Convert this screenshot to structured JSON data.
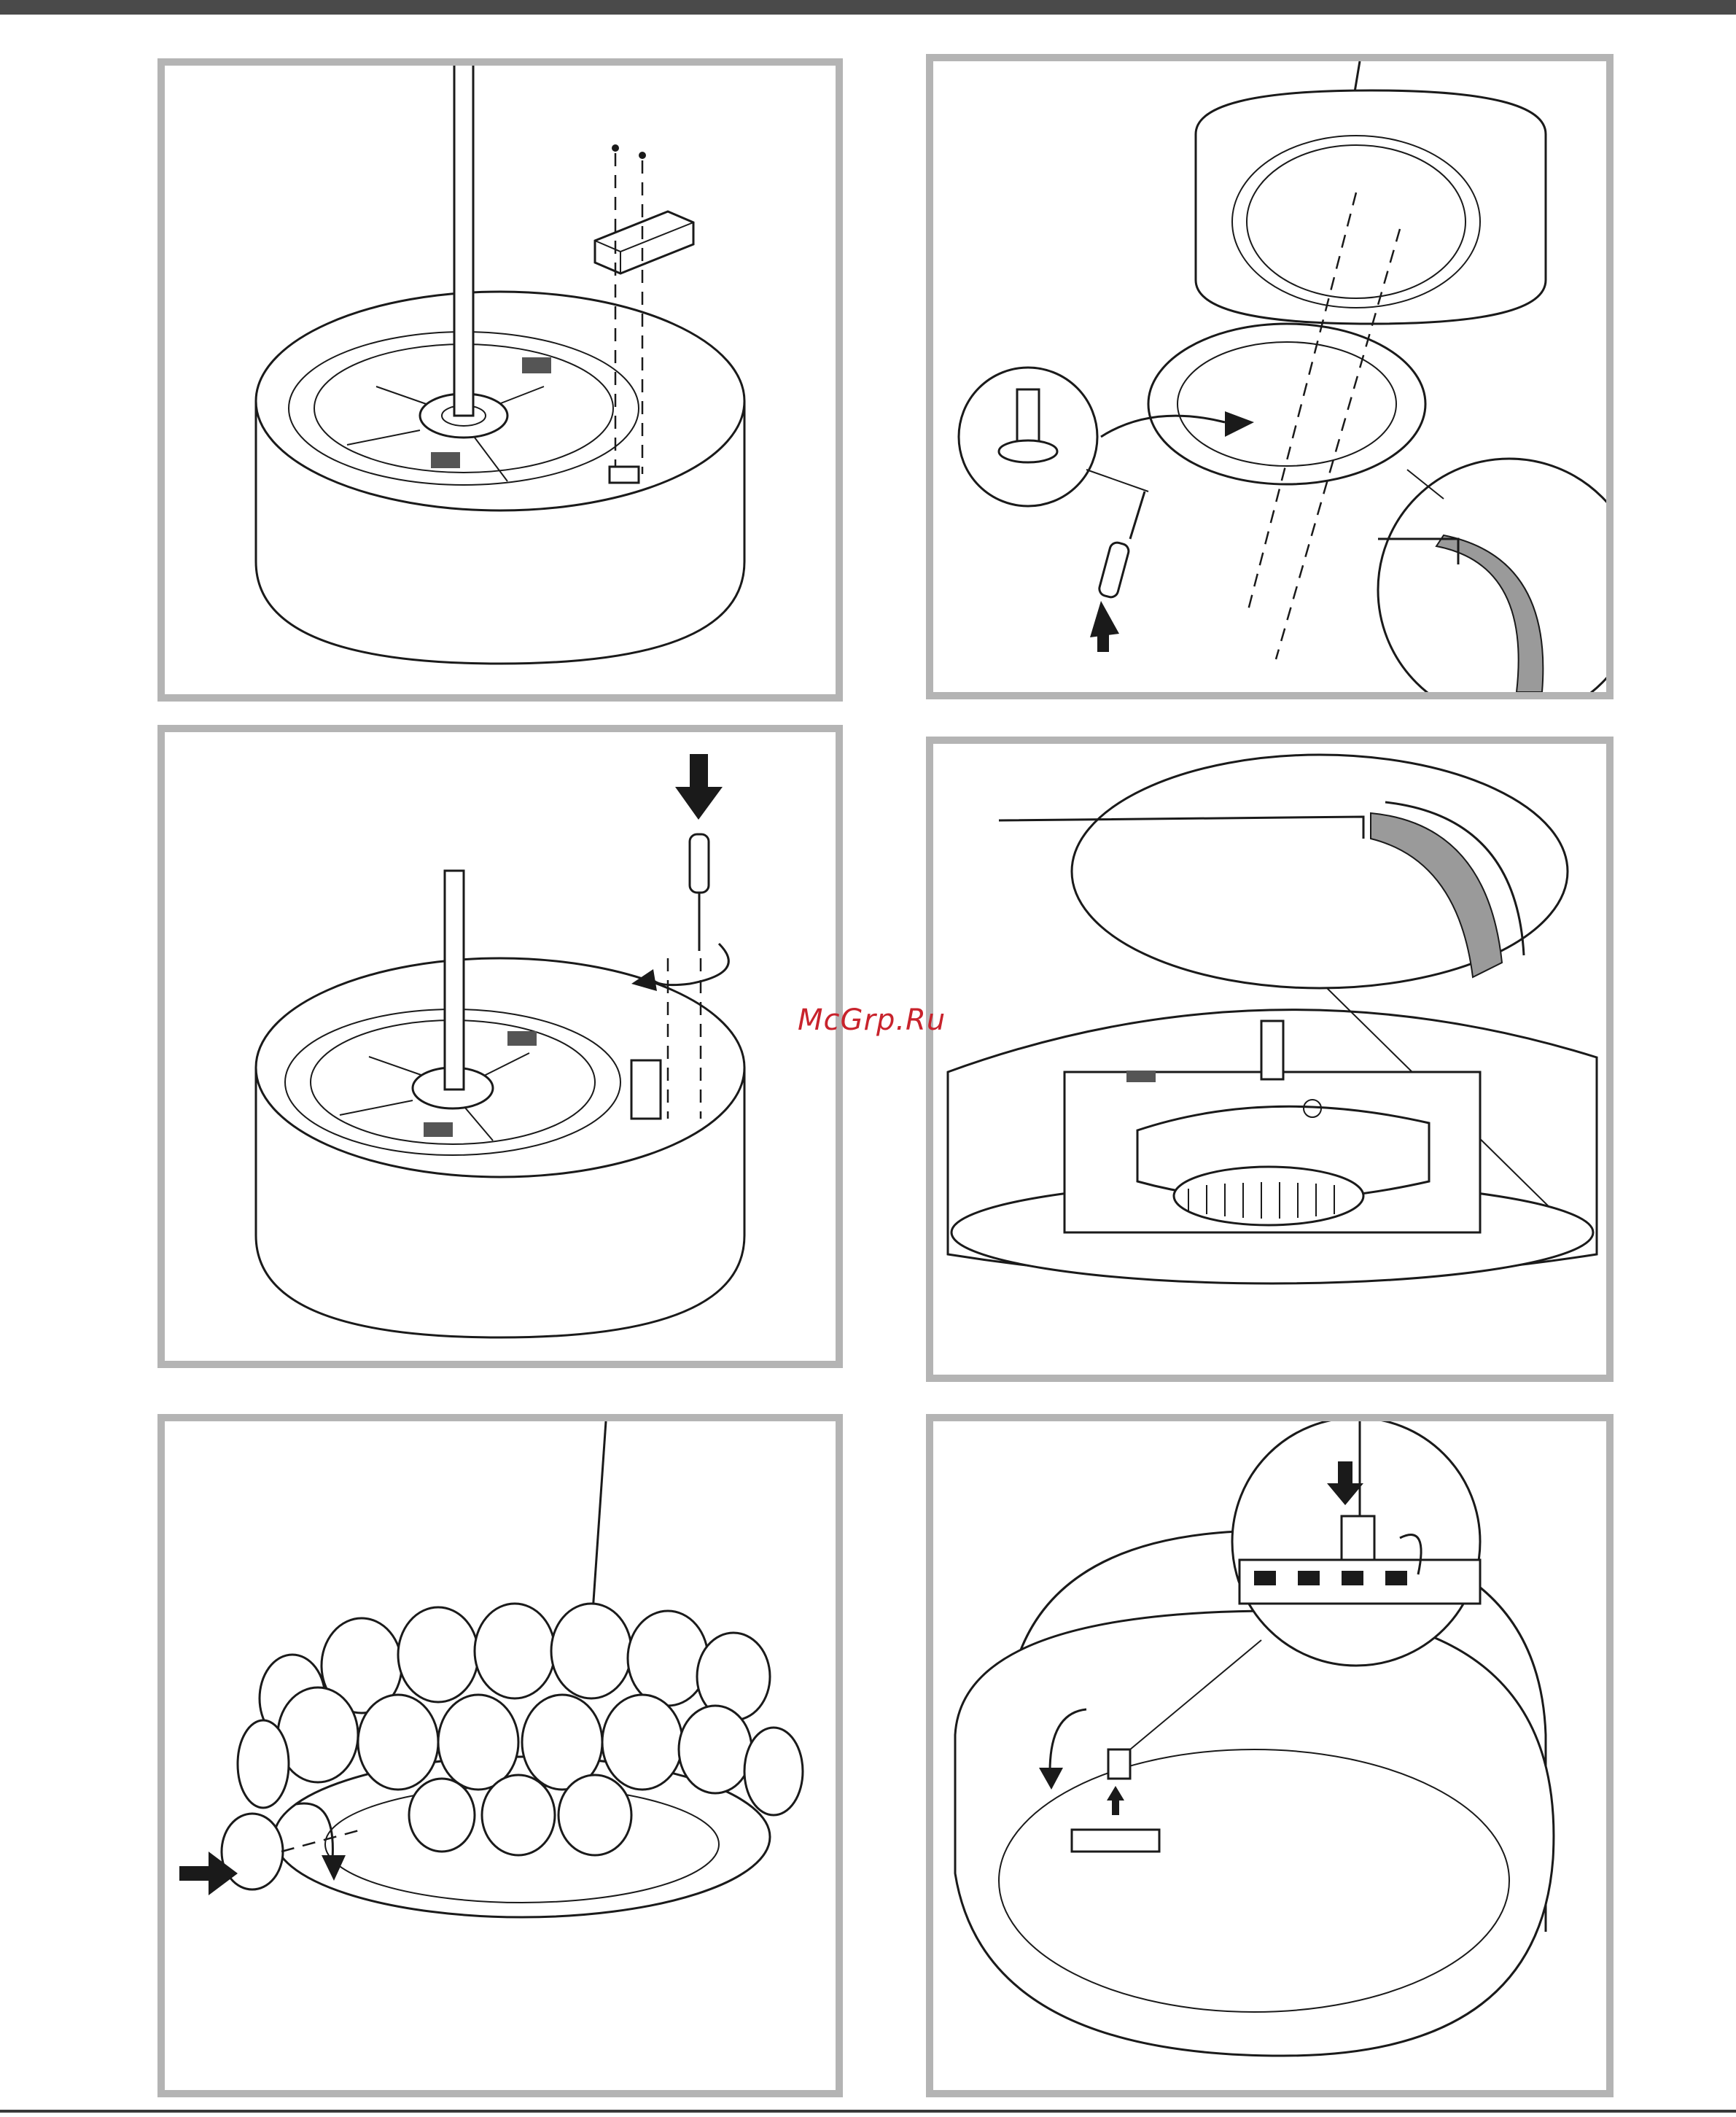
{
  "watermark": {
    "text": "McGrp.Ru"
  },
  "colors": {
    "frame": "#b4b4b4",
    "topbar": "#4a4a4a",
    "watermark": "#c8232c",
    "line": "#1a1a1a"
  },
  "panels": [
    {
      "id": 1,
      "depicts": "hood-top-bracket-screws"
    },
    {
      "id": 2,
      "depicts": "filter-ring-seal-install"
    },
    {
      "id": 3,
      "depicts": "screwdriver-fix-bracket"
    },
    {
      "id": 4,
      "depicts": "motor-unit-seal-detail"
    },
    {
      "id": 5,
      "depicts": "decorative-disc-attach"
    },
    {
      "id": 6,
      "depicts": "connector-plug-detail"
    }
  ]
}
